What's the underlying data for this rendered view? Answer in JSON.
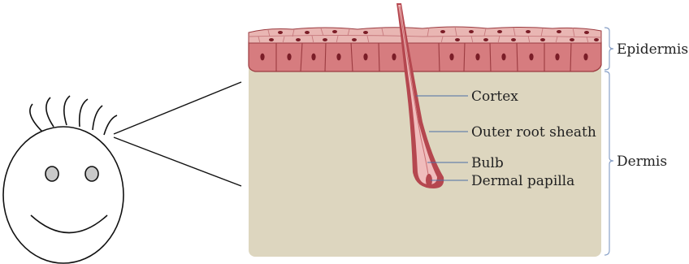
{
  "labels": {
    "cortex": "Cortex",
    "outer_root_sheath": "Outer root sheath",
    "bulb": "Bulb",
    "dermal_papilla": "Dermal papilla",
    "epidermis": "Epidermis",
    "dermis": "Dermis"
  },
  "colors": {
    "dermis_fill": "#ddd6bf",
    "epidermis_top": "#e9b6b3",
    "epidermis_basal": "#d67c7f",
    "cell_border": "#9b3b40",
    "nucleus": "#7a1d27",
    "hair_outer": "#b5474f",
    "hair_inner": "#f0bcbc",
    "leader_line": "#4a6fa5",
    "bracket": "#8aa2c8",
    "face_stroke": "#111111",
    "eye_fill": "#c9c9c9"
  },
  "icons": [
    "cartoon-face",
    "hair-follicle"
  ]
}
